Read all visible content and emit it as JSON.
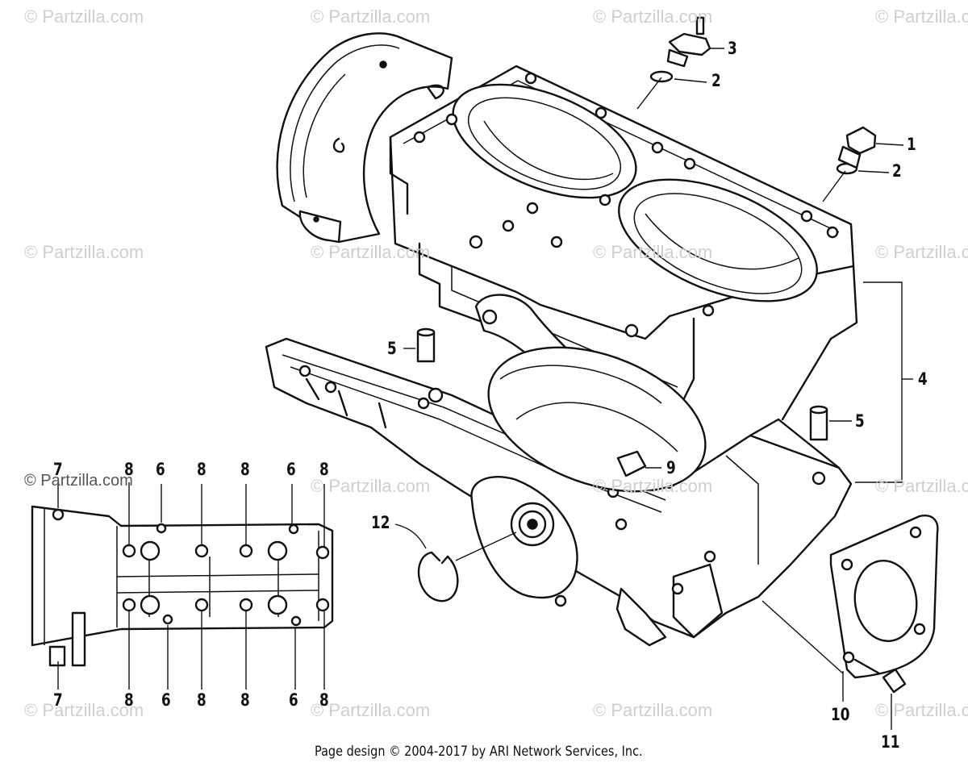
{
  "watermark": {
    "text": "© Partzilla.com",
    "dark_text": "© Partzilla.com"
  },
  "callouts": {
    "c1": "1",
    "c2a": "2",
    "c2b": "2",
    "c3": "3",
    "c4": "4",
    "c5a": "5",
    "c5b": "5",
    "c9": "9",
    "c10": "10",
    "c11": "11",
    "c12": "12",
    "inset_top": [
      "7",
      "8",
      "6",
      "8",
      "8",
      "6",
      "8"
    ],
    "inset_bottom": [
      "7",
      "8",
      "6",
      "8",
      "8",
      "6",
      "8"
    ]
  },
  "footer": {
    "text": "Page design © 2004-2017 by ARI Network Services, Inc."
  }
}
